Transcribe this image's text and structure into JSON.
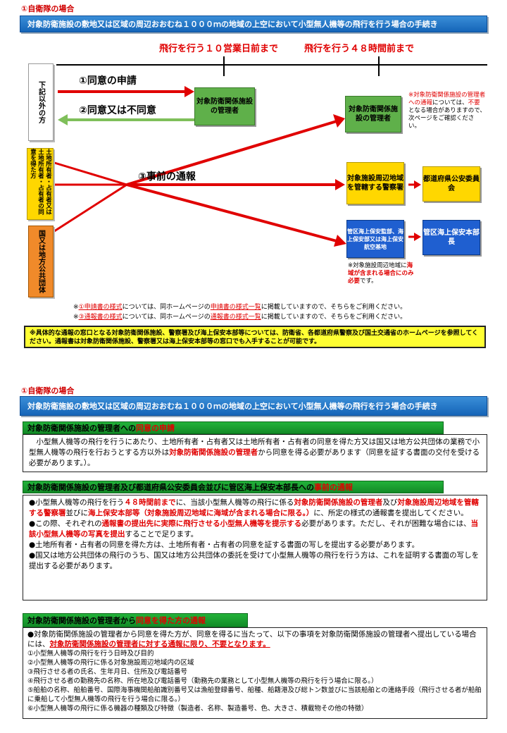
{
  "top": {
    "label": "①自衛隊の場合",
    "banner": "対象防衛施設の敷地又は区域の周辺おおむね１０００ｍの地域の上空において小型無人機等の飛行を行う場合の手続き",
    "timeline": {
      "ten_days": "飛行を行う１０営業日前まで",
      "forty_eight_hours": "飛行を行う４８時間前まで"
    },
    "actors": {
      "other": "下記以外の方",
      "landowner": "土地所有者・占有者又は土地所有者・占有者の同意を得た方",
      "gov": "国又は地方公共団体"
    },
    "arrows": {
      "apply": "①同意の申請",
      "reply": "②同意又は不同意",
      "notify": "③事前の通報"
    },
    "boxes": {
      "manager_center": "対象防衛関係施設の管理者",
      "manager_right": "対象防衛関係施設の管理者",
      "police": "対象施設周辺地域を管轄する警察署",
      "prefecture": "都道府県公安委員会",
      "coastguard_office": "管区海上保安監部、海上保安部又は海上保安航空基地",
      "coastguard_hq": "管区海上保安本部長"
    },
    "notes": {
      "manager_note_red": "※対象防衛関係施設の管理者への通報",
      "manager_note_mid": "については、",
      "manager_note_red2": "不要",
      "manager_note_rest": "となる場合がありますので、次ページをご確認ください。",
      "coast_note_1": "※対象施設周辺地域に",
      "coast_note_red": "海域が含まれる場合にのみ必要",
      "coast_note_2": "です。"
    },
    "footnotes": {
      "f1_pre": "※",
      "f1_red": "①申請書の様式",
      "f1_mid": "については、同ホームページの",
      "f1_link": "申請書の様式一覧",
      "f1_post": "に掲載していますので、そちらをご利用ください。",
      "f2_pre": "※",
      "f2_red": "③通報書の様式",
      "f2_mid": "については、同ホームページの",
      "f2_link": "通報書の様式一覧",
      "f2_post": "に掲載していますので、そちらをご利用ください。"
    },
    "yellow_note": "※具体的な通報の窓口となる対象防衛関係施設、警察署及び海上保安本部等については、防衛省、各都道府県警察及び国土交通省のホームページを参照してください。通報書は対象防衛関係施設、警察署又は海上保安本部等の窓口でも入手することが可能です。"
  },
  "bottom": {
    "label": "①自衛隊の場合",
    "banner": "対象防衛施設の敷地又は区域の周辺おおむね１０００ｍの地域の上空において小型無人機等の飛行を行う場合の手続き",
    "sec1": {
      "title_a": "対象防衛関係施設の管理者への",
      "title_b": "同意の申請",
      "body_a": "小型無人機等の飛行を行うにあたり、土地所有者・占有者又は土地所有者・占有者の同意を得た方又は国又は地方公共団体の業務で小型無人機等の飛行を行おうとする方以外は",
      "body_red": "対象防衛関係施設の管理者",
      "body_b": "から同意を得る必要があります（同意を証する書面の交付を受ける必要があります。）。"
    },
    "sec2": {
      "title_a": "対象防衛関係施設の管理者及び都道府県公安委員会並びに管区海上保安本部長への",
      "title_b": "事前の通報",
      "b1_a": "●小型無人機等の飛行を行う",
      "b1_red1": "４８時間前まで",
      "b1_b": "に、当該小型無人機等の飛行に係る",
      "b1_red2": "対象防衛関係施設の管理者",
      "b1_c": "及び",
      "b1_red3": "対象施設周辺地域を管轄する警察署",
      "b1_d": "並びに",
      "b1_red4": "海上保安本部等（対象施設周辺地域に海域が含まれる場合に限る。）",
      "b1_e": "に、所定の様式の通報書を提出してください。",
      "b2_a": "●この際、それぞれの",
      "b2_red1": "通報書の提出先に実際に飛行させる小型無人機等を提示する",
      "b2_b": "必要があります。ただし、それが困難な場合には、",
      "b2_red2": "当該小型無人機等の写真を提出",
      "b2_c": "することで足ります。",
      "b3": "●土地所有者・占有者の同意を得た方は、土地所有者・占有者の同意を証する書面の写しを提出する必要があります。",
      "b4": "●国又は地方公共団体の飛行のうち、国又は地方公共団体の委託を受けて小型無人機等の飛行を行う方は、これを証明する書面の写しを提出する必要があります。"
    },
    "sec3": {
      "title_a": "対象防衛関係施設の管理者から",
      "title_b": "同意を得た方の通報",
      "lead_a": "●対象防衛関係施設の管理者から同意を得た方が、同意を得るに当たって、以下の事項を対象防衛関係施設の管理者へ提出している場合には、",
      "lead_red": "対象防衛関係施設の管理者に対する通報に限り、不要となります。",
      "items": [
        "①小型無人機等の飛行を行う日時及び目的",
        "②小型無人機等の飛行に係る対象施設周辺地域内の区域",
        "③飛行させる者の氏名、生年月日、住所及び電話番号",
        "④飛行させる者の勤務先の名称、所在地及び電話番号（勤務先の業務として小型無人機等の飛行を行う場合に限る。）",
        "⑤船舶の名称、船舶番号、国際海事機関船舶識別番号又は漁船登録番号、船種、船籍港及び総トン数並びに当該船舶との連絡手段（飛行させる者が船舶に乗船して小型無人機等の飛行を行う場合に限る。）",
        "⑥小型無人機等の飛行に係る機器の種類及び特徴（製造者、名称、製造番号、色、大きさ、積載物その他の特徴）"
      ]
    }
  }
}
